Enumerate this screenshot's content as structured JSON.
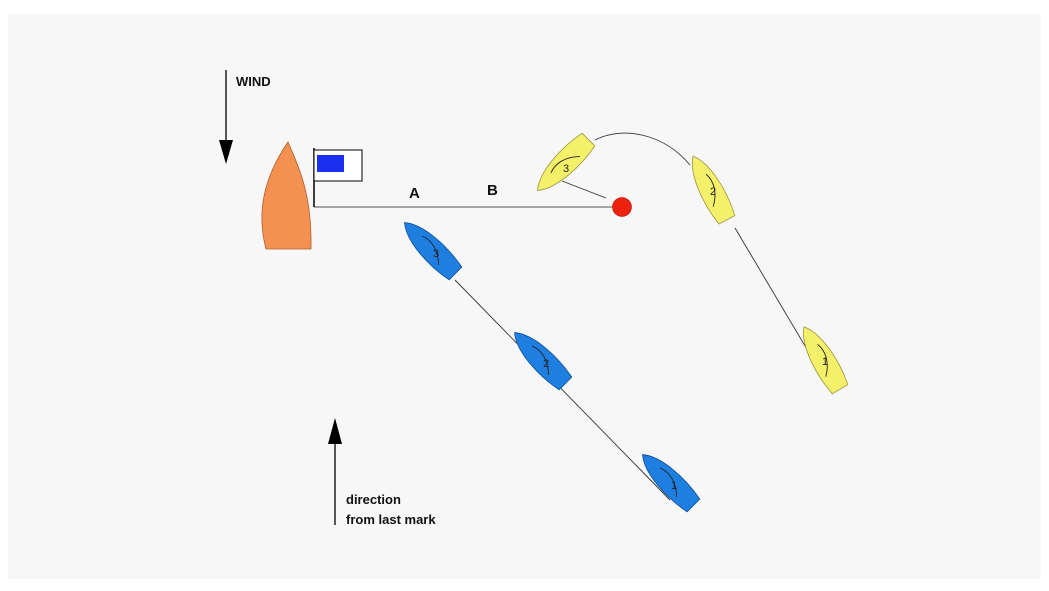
{
  "wind": {
    "label": "WIND"
  },
  "line": {
    "label_a": "A",
    "label_b": "B"
  },
  "direction": {
    "line1": "direction",
    "line2": "from last mark"
  },
  "boats": {
    "blue": {
      "color": "#1f7fe0",
      "labels": [
        "1",
        "2",
        "3"
      ]
    },
    "yellow": {
      "color": "#f5f06a",
      "labels": [
        "1",
        "2",
        "3"
      ]
    }
  },
  "committee_boat": {
    "color": "#f59150",
    "flag_color": "#1a2ff0"
  },
  "pin_mark": {
    "color": "#ee2211"
  }
}
